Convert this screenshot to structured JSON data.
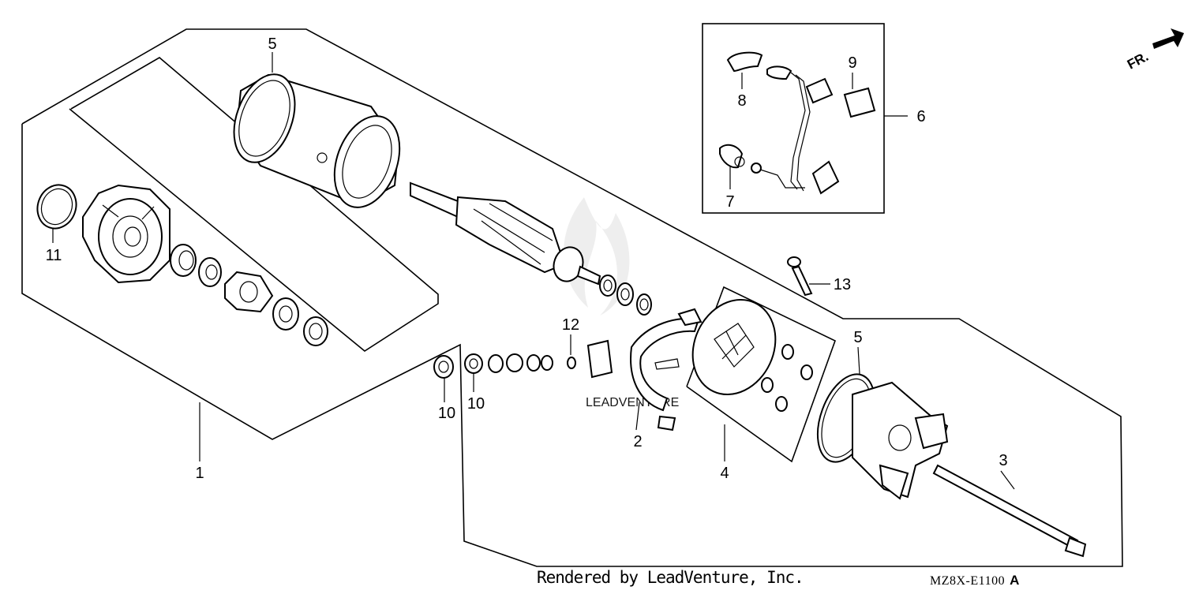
{
  "diagram": {
    "callouts": [
      {
        "id": "c5a",
        "text": "5"
      },
      {
        "id": "c11",
        "text": "11"
      },
      {
        "id": "c1",
        "text": "1"
      },
      {
        "id": "c8",
        "text": "8"
      },
      {
        "id": "c9",
        "text": "9"
      },
      {
        "id": "c6",
        "text": "6"
      },
      {
        "id": "c7",
        "text": "7"
      },
      {
        "id": "c13",
        "text": "13"
      },
      {
        "id": "c12",
        "text": "12"
      },
      {
        "id": "c10a",
        "text": "10"
      },
      {
        "id": "c10b",
        "text": "10"
      },
      {
        "id": "c2",
        "text": "2"
      },
      {
        "id": "c4",
        "text": "4"
      },
      {
        "id": "c5b",
        "text": "5"
      },
      {
        "id": "c3",
        "text": "3"
      }
    ],
    "direction_label": "FR.",
    "watermark": "LEADVENTURE"
  },
  "footer": {
    "credit": "Rendered by LeadVenture, Inc.",
    "diagram_code": "MZ8X-E1100",
    "variant": "A"
  }
}
